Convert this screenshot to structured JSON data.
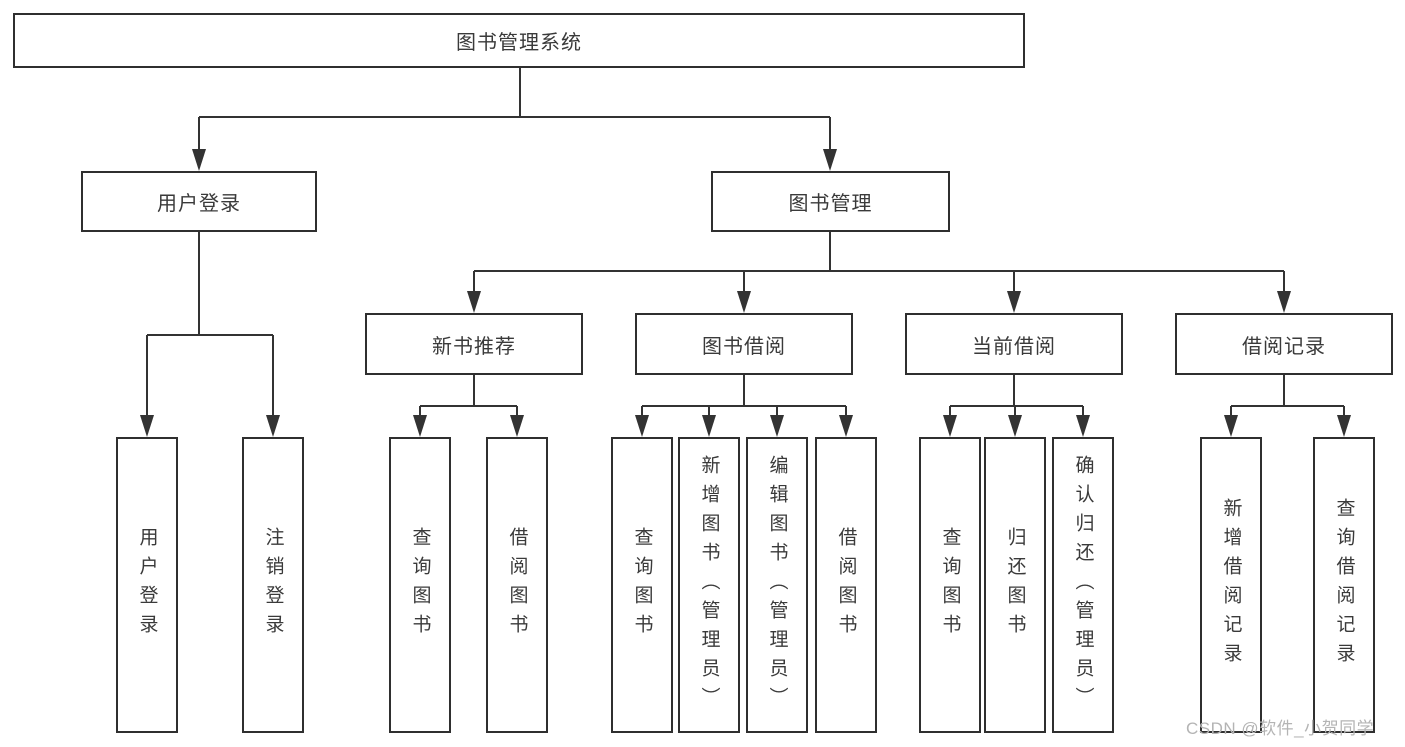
{
  "diagram_title": "图书管理系统",
  "watermark": "CSDN @软件_小贺同学",
  "colors": {
    "line": "#333333",
    "box_border": "#2f2f2f",
    "box_fill": "#ffffff",
    "text": "#3a3a3a",
    "watermark": "#b4b4b4",
    "background": "#ffffff"
  },
  "tree": {
    "label": "图书管理系统",
    "children": [
      {
        "label": "用户登录",
        "children": [
          {
            "label": "用户登录"
          },
          {
            "label": "注销登录"
          }
        ]
      },
      {
        "label": "图书管理",
        "children": [
          {
            "label": "新书推荐",
            "children": [
              {
                "label": "查询图书"
              },
              {
                "label": "借阅图书"
              }
            ]
          },
          {
            "label": "图书借阅",
            "children": [
              {
                "label": "查询图书"
              },
              {
                "label": "新增图书（管理员）"
              },
              {
                "label": "编辑图书（管理员）"
              },
              {
                "label": "借阅图书"
              }
            ]
          },
          {
            "label": "当前借阅",
            "children": [
              {
                "label": "查询图书"
              },
              {
                "label": "归还图书"
              },
              {
                "label": "确认归还（管理员）"
              }
            ]
          },
          {
            "label": "借阅记录",
            "children": [
              {
                "label": "新增借阅记录"
              },
              {
                "label": "查询借阅记录"
              }
            ]
          }
        ]
      }
    ]
  }
}
